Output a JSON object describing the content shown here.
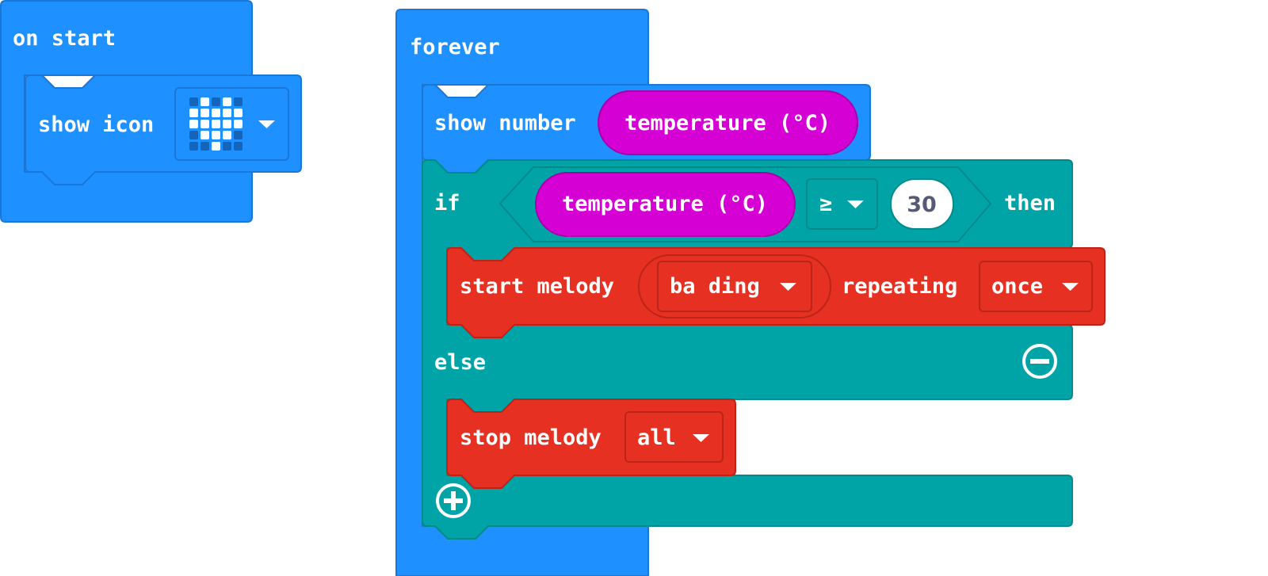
{
  "colors": {
    "basic": "#1e90ff",
    "basic_border": "#1a77d6",
    "logic": "#00a4a6",
    "logic_border": "#008a8c",
    "music": "#e63022",
    "music_border": "#bb2419",
    "sensor": "#d400d4",
    "sensor_border": "#a800a8",
    "background": "#ffffff"
  },
  "on_start": {
    "label": "on start",
    "show_icon": {
      "label": "show icon",
      "icon": "heart-icon",
      "icon_grid": [
        [
          0,
          1,
          0,
          1,
          0
        ],
        [
          1,
          1,
          1,
          1,
          1
        ],
        [
          1,
          1,
          1,
          1,
          1
        ],
        [
          0,
          1,
          1,
          1,
          0
        ],
        [
          0,
          0,
          1,
          0,
          0
        ]
      ]
    }
  },
  "forever": {
    "label": "forever",
    "show_number": {
      "label": "show number",
      "value": "temperature (°C)"
    },
    "if_block": {
      "if_label": "if",
      "then_label": "then",
      "condition": {
        "left": "temperature (°C)",
        "operator": "≥",
        "right": "30"
      },
      "then_branch": {
        "label": "start melody",
        "melody": "ba ding",
        "repeating_label": "repeating",
        "repeat": "once"
      },
      "else_label": "else",
      "else_branch": {
        "label": "stop melody",
        "option": "all"
      },
      "remove_icon": "minus-circle-icon",
      "add_icon": "plus-circle-icon"
    }
  }
}
